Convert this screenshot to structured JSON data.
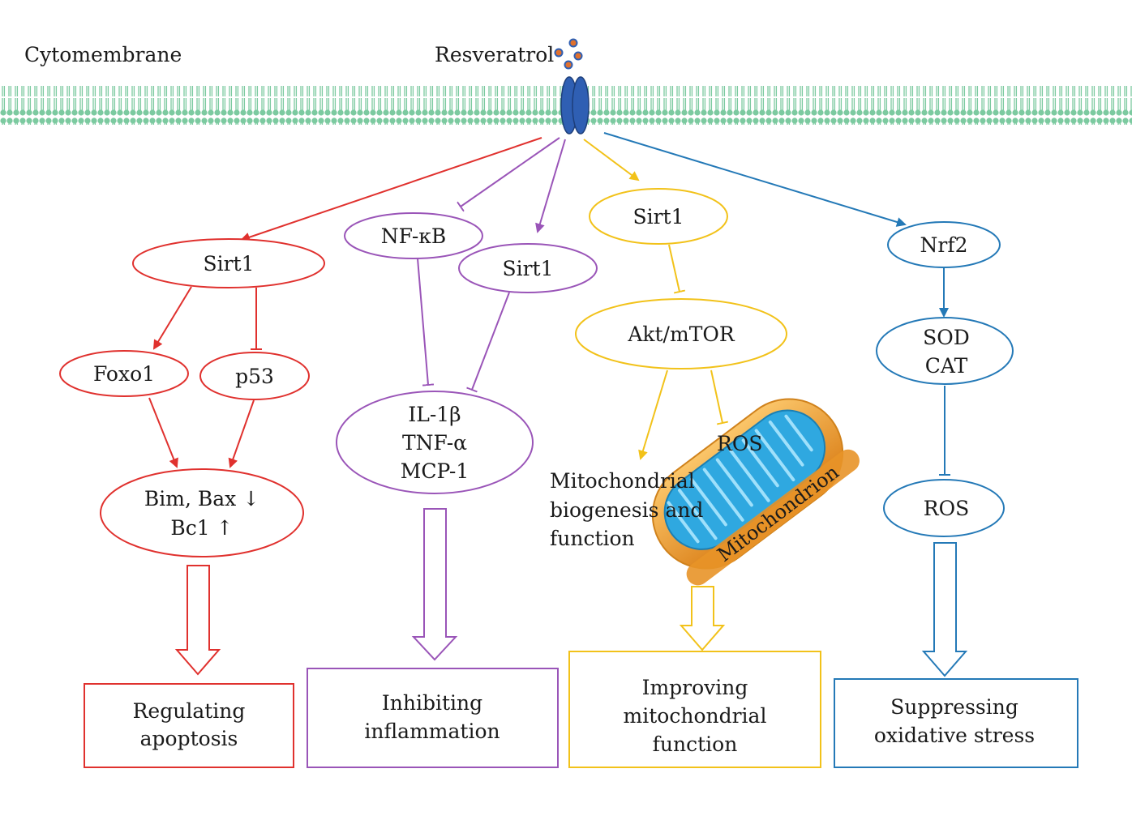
{
  "labels": {
    "cytomembrane": "Cytomembrane",
    "resveratrol": "Resveratrol",
    "mitochondrion": "Mitochondrion"
  },
  "colors": {
    "membrane": "#7ccaa0",
    "receptor": "#2f5fb3",
    "red": "#e0312e",
    "purple": "#9a55b8",
    "yellow": "#f2c21a",
    "blue": "#2479b7",
    "mito_outer": "#f0a030",
    "mito_inner": "#2fa8e0"
  },
  "red_path": {
    "sirt1": "Sirt1",
    "foxo1": "Foxo1",
    "p53": "p53",
    "bim_line1": "Bim, Bax ↓",
    "bim_line2": "Bc1 ↑",
    "outcome_line1": "Regulating",
    "outcome_line2": "apoptosis"
  },
  "purple_path": {
    "nfkb": "NF-κB",
    "sirt1": "Sirt1",
    "il1b": "IL-1β",
    "tnfa": "TNF-α",
    "mcp1": "MCP-1",
    "outcome_line1": "Inhibiting",
    "outcome_line2": "inflammation"
  },
  "yellow_path": {
    "sirt1": "Sirt1",
    "akt": "Akt/mTOR",
    "ros": "ROS",
    "mito_line1": "Mitochondrial",
    "mito_line2": "biogenesis and",
    "mito_line3": "function",
    "outcome_line1": "Improving",
    "outcome_line2": "mitochondrial",
    "outcome_line3": "function"
  },
  "blue_path": {
    "nrf2": "Nrf2",
    "sod": "SOD",
    "cat": "CAT",
    "ros": "ROS",
    "outcome_line1": "Suppressing",
    "outcome_line2": "oxidative stress"
  }
}
